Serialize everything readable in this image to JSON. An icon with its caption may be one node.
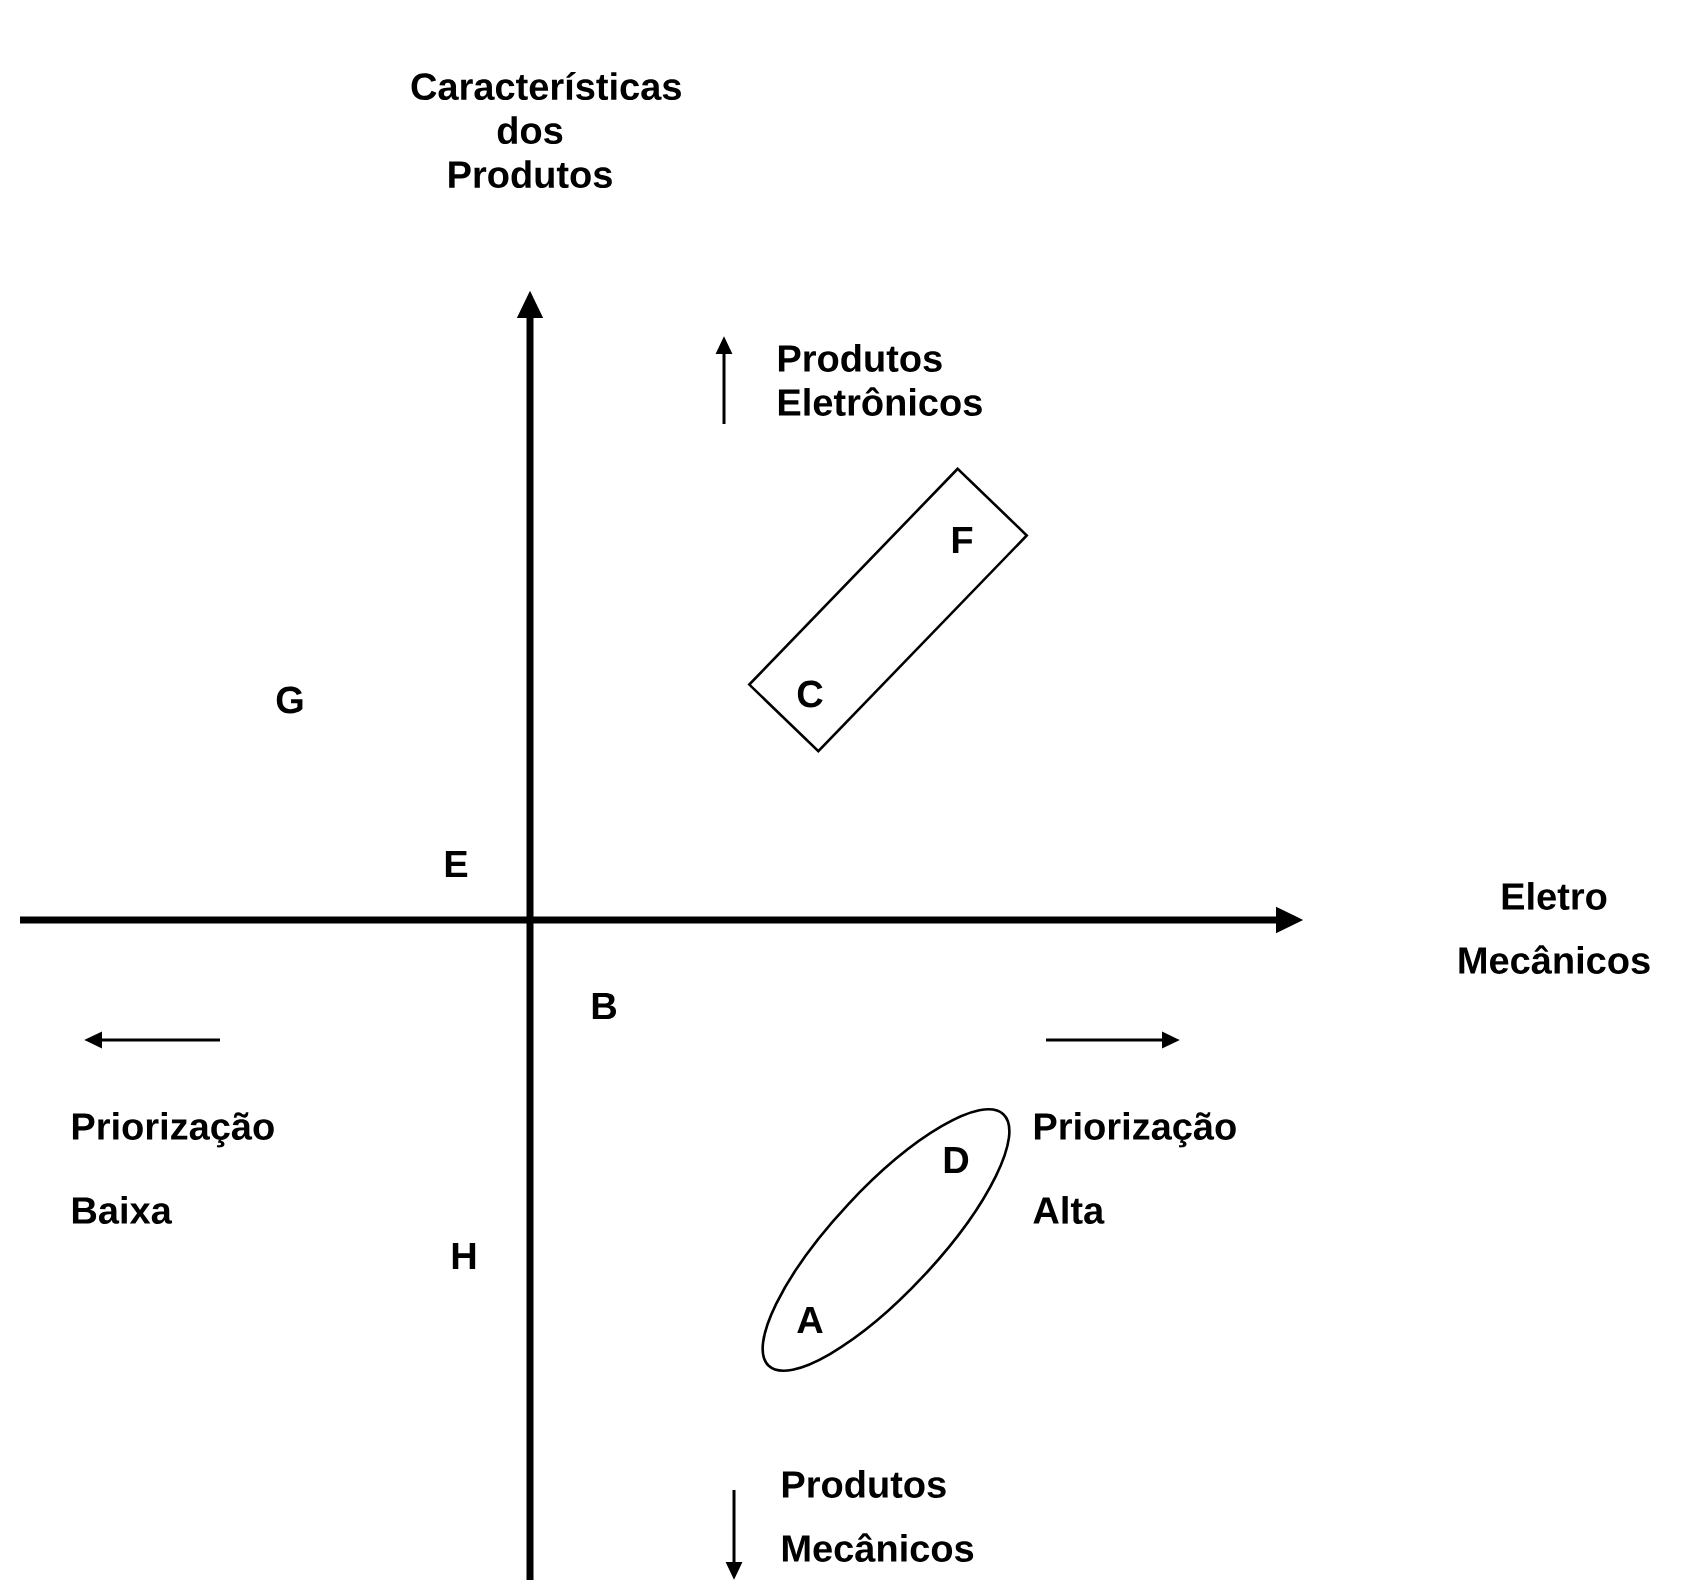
{
  "diagram": {
    "nodes": [
      {
        "text": [
          "F",
          "C"
        ]
      },
      {
        "text": [
          "D",
          "A"
        ]
      }
    ],
    "labels": [
      "Características dos Produtos",
      "Produtos Eletrônicos",
      "G",
      "E",
      "Eletro Mecânicos",
      "B",
      "Priorização Baixa",
      "Priorização Alta",
      "H",
      "Produtos Mecânicos"
    ]
  }
}
